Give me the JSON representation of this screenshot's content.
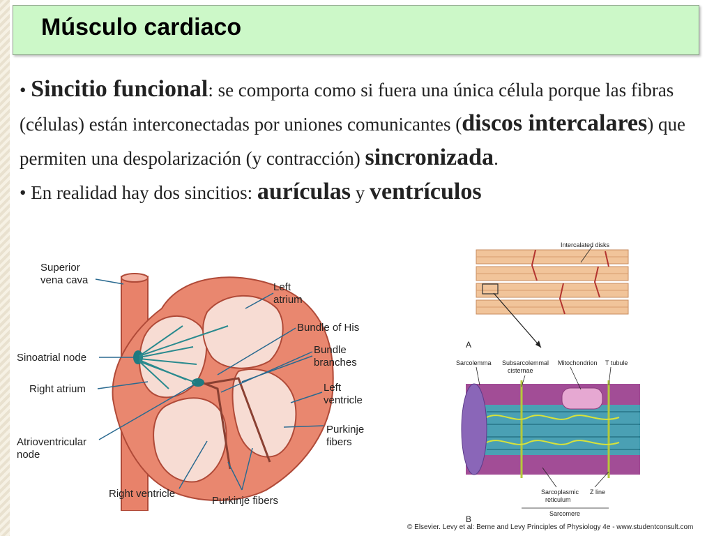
{
  "slide": {
    "title": "Músculo cardiaco",
    "bullets": {
      "b1_prefix": "• ",
      "b1_term": "Sincitio funcional",
      "b1_text1": ": se comporta como si fuera una única célula porque las fibras (células) están interconectadas por uniones comunicantes (",
      "b1_term2": "discos intercalares",
      "b1_text2": ") que permiten una despolarización (y contracción) ",
      "b1_term3": "sincronizada",
      "b1_text3": ".",
      "b2_prefix": "• En realidad hay dos sincitios: ",
      "b2_term1": "aurículas",
      "b2_mid": " y ",
      "b2_term2": "ventrículos"
    }
  },
  "heart_figure": {
    "labels": {
      "superior_vena_cava_1": "Superior",
      "superior_vena_cava_2": "vena cava",
      "left_atrium_1": "Left",
      "left_atrium_2": "atrium",
      "bundle_of_his": "Bundle of His",
      "bundle_branches_1": "Bundle",
      "bundle_branches_2": "branches",
      "sinoatrial_node": "Sinoatrial node",
      "right_atrium": "Right atrium",
      "left_ventricle_1": "Left",
      "left_ventricle_2": "ventricle",
      "purkinje_1": "Purkinje",
      "purkinje_2": "fibers",
      "av_node_1": "Atrioventricular",
      "av_node_2": "node",
      "right_ventricle": "Right ventricle",
      "purkinje_bottom": "Purkinje fibers"
    }
  },
  "muscle_figure": {
    "labels": {
      "intercalated_disks": "Intercalated disks",
      "panel_a": "A",
      "sarcolemma": "Sarcolemma",
      "subsarcolemmal_1": "Subsarcolemmal",
      "subsarcolemmal_2": "cisternae",
      "mitochondrion": "Mitochondrion",
      "t_tubule": "T tubule",
      "sarcoplasmic_1": "Sarcoplasmic",
      "sarcoplasmic_2": "reticulum",
      "z_line": "Z line",
      "sarcomere": "Sarcomere",
      "panel_b": "B"
    },
    "credit": "© Elsevier. Levy et al: Berne and Levy Principles of Physiology 4e - www.studentconsult.com"
  }
}
